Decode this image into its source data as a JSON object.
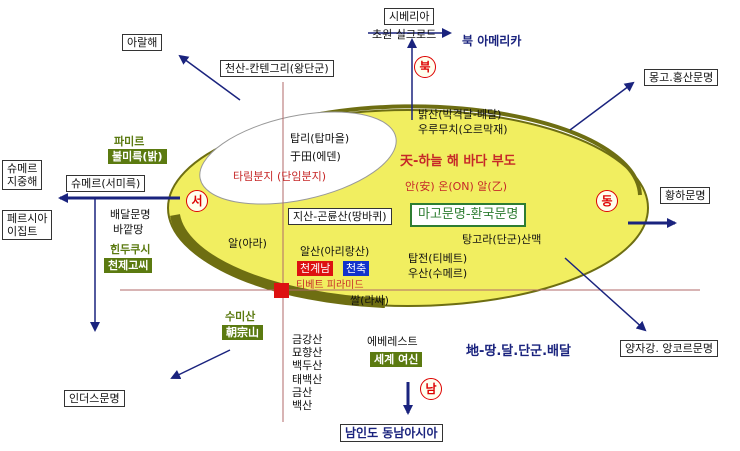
{
  "top": {
    "siberia": "시베리아",
    "silk_road": "초원 실크로드",
    "north_america": "북 아메리카",
    "cheonsan": "천산-칸텐그리(왕단군)"
  },
  "left": {
    "aral_sea": "아랄해",
    "pamir": "파미르",
    "bulmireuk": "불미륵(밝)",
    "sumer_mediterranean": "슈메르\n지중해",
    "sumer_seomireuk": "슈메르(서미륵)",
    "persia_egypt": "페르시아\n이집트",
    "baedal_civ": "배달문명",
    "bakkat_land": "바깥땅",
    "hindukush": "힌두쿠시",
    "cheonje_goshi": "천제고씨",
    "indus_civ": "인더스문명"
  },
  "right": {
    "mongolia": "몽고.홍산문명",
    "yellow_river": "황하문명",
    "yangtze": "양자강. 앙코르문명"
  },
  "bottom": {
    "sumisan": "수미산",
    "josongsan": "朝宗山",
    "everest": "에베레스트",
    "world_goddess": "세계 여신",
    "south_asia": "남인도 동남아시아",
    "earth_line": "地-땅.달.단군.배달",
    "mountains": [
      "금강산",
      "묘향산",
      "백두산",
      "태백산",
      "금산",
      "백산"
    ]
  },
  "inner": {
    "tapni": "탑리(탑마을)",
    "eden": "于田(에덴)",
    "tarim": "타림분지 (단임분지)",
    "baksan": "밝산(박격달-배달)",
    "ururmuchi": "우루무치(오르막재)",
    "heaven_line": "天-하늘 해 바다 부도",
    "an_on_al": "안(安) 온(ON) 알(乙)",
    "jisan": "지산-곤륜산(땅바퀴)",
    "mago": "마고문명-환국문명",
    "tanggola": "탕고라(단군)산맥",
    "al": "알(아라)",
    "alsan": "알산(아리랑산)",
    "cheongyenam": "천계남",
    "cheonchuk": "천축",
    "tibet_pyramid": "티베트 피라미드",
    "tapjeon": "탑전(티베트)",
    "usan": "우산(수메르)",
    "ssal": "쌀(라싸)"
  },
  "directions": {
    "north": "북",
    "west": "서",
    "east": "동",
    "south": "남"
  },
  "colors": {
    "ellipse_fill": "#f1ee60",
    "rim": "#6e6e12",
    "navy": "#1a237e",
    "red": "#dd1111",
    "green": "#5b7a10",
    "blue_label": "#1133cc",
    "heaven_red": "#c62828",
    "mago_green": "#2e7d32"
  }
}
